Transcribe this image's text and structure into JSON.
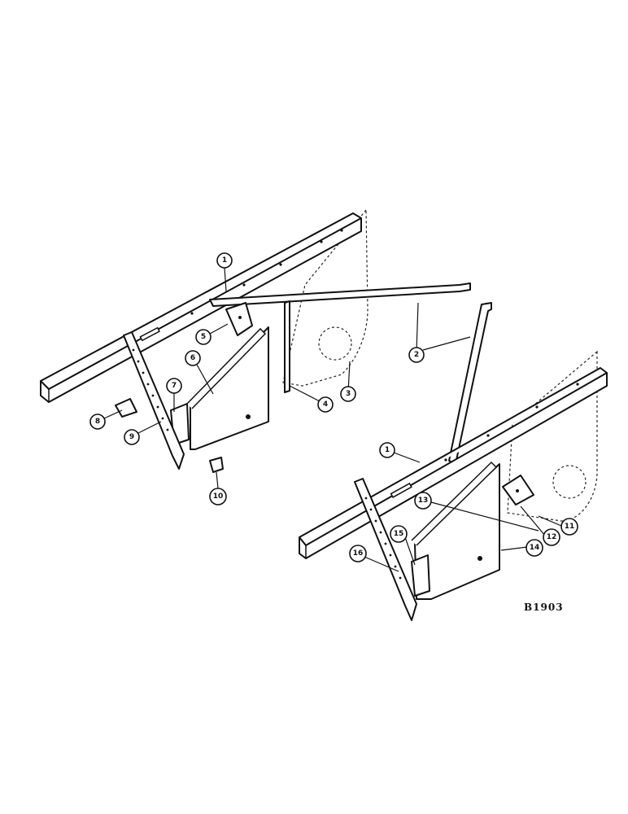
{
  "diagram": {
    "figure_code": "B1903",
    "callouts": [
      {
        "id": "c1a",
        "label": "1"
      },
      {
        "id": "c2",
        "label": "2"
      },
      {
        "id": "c3",
        "label": "3"
      },
      {
        "id": "c4",
        "label": "4"
      },
      {
        "id": "c5",
        "label": "5"
      },
      {
        "id": "c6",
        "label": "6"
      },
      {
        "id": "c7",
        "label": "7"
      },
      {
        "id": "c8",
        "label": "8"
      },
      {
        "id": "c9",
        "label": "9"
      },
      {
        "id": "c10",
        "label": "10"
      },
      {
        "id": "c1b",
        "label": "1"
      },
      {
        "id": "c11",
        "label": "11"
      },
      {
        "id": "c12",
        "label": "12"
      },
      {
        "id": "c13",
        "label": "13"
      },
      {
        "id": "c14",
        "label": "14"
      },
      {
        "id": "c15",
        "label": "15"
      },
      {
        "id": "c16",
        "label": "16"
      }
    ]
  }
}
